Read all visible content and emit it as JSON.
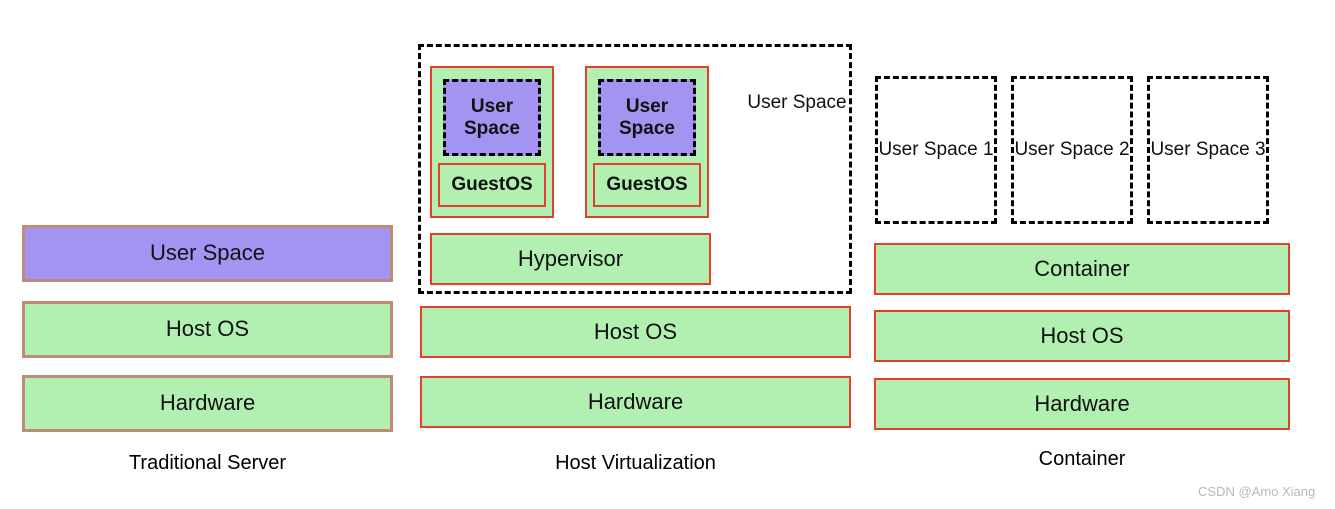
{
  "diagram": {
    "title_hidden": "",
    "colors": {
      "green_fill": "#b2f0b2",
      "purple_fill": "#a494f2",
      "brown_border": "#c08a76",
      "red_border": "#e0402c",
      "dashed_border": "#000000",
      "background": "#ffffff",
      "watermark_text_color": "#b9b9b9"
    },
    "columns": [
      {
        "id": "traditional-server",
        "caption": "Traditional Server",
        "layers": [
          {
            "label": "User Space",
            "fill": "purple"
          },
          {
            "label": "Host OS",
            "fill": "green"
          },
          {
            "label": "Hardware",
            "fill": "green"
          }
        ]
      },
      {
        "id": "host-virtualization",
        "caption": "Host Virtualization",
        "user_space_region_label": "User Space",
        "vms": [
          {
            "user_space_label": "User Space",
            "guest_os_label": "GuestOS"
          },
          {
            "user_space_label": "User Space",
            "guest_os_label": "GuestOS"
          }
        ],
        "hypervisor_label": "Hypervisor",
        "layers": [
          {
            "label": "Host OS",
            "fill": "green"
          },
          {
            "label": "Hardware",
            "fill": "green"
          }
        ]
      },
      {
        "id": "container",
        "caption": "Container",
        "user_spaces": [
          "User Space 1",
          "User Space 2",
          "User Space 3"
        ],
        "layers": [
          {
            "label": "Container",
            "fill": "green"
          },
          {
            "label": "Host OS",
            "fill": "green"
          },
          {
            "label": "Hardware",
            "fill": "green"
          }
        ]
      }
    ],
    "watermark": "CSDN @Amo Xiang"
  }
}
